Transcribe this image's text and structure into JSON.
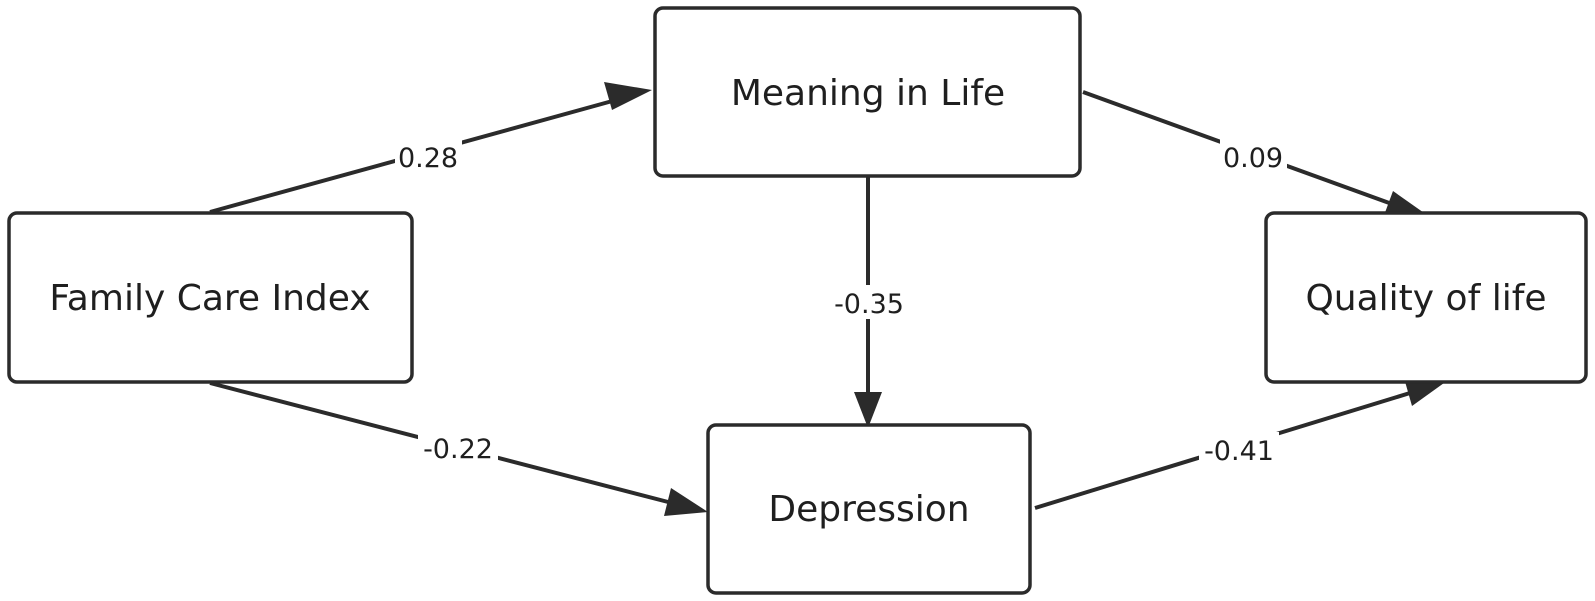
{
  "colors": {
    "stroke": "#2b2b2b",
    "text": "#1f1f1f",
    "background": "#ffffff"
  },
  "nodes": {
    "family_care_index": {
      "label": "Family Care Index"
    },
    "meaning_in_life": {
      "label": "Meaning in Life"
    },
    "depression": {
      "label": "Depression"
    },
    "quality_of_life": {
      "label": "Quality of life"
    }
  },
  "edges": [
    {
      "from": "Family Care Index",
      "to": "Meaning in Life",
      "coefficient": "0.28"
    },
    {
      "from": "Family Care Index",
      "to": "Depression",
      "coefficient": "-0.22"
    },
    {
      "from": "Meaning in Life",
      "to": "Depression",
      "coefficient": "-0.35"
    },
    {
      "from": "Meaning in Life",
      "to": "Quality of life",
      "coefficient": "0.09"
    },
    {
      "from": "Depression",
      "to": "Quality of life",
      "coefficient": "-0.41"
    }
  ]
}
